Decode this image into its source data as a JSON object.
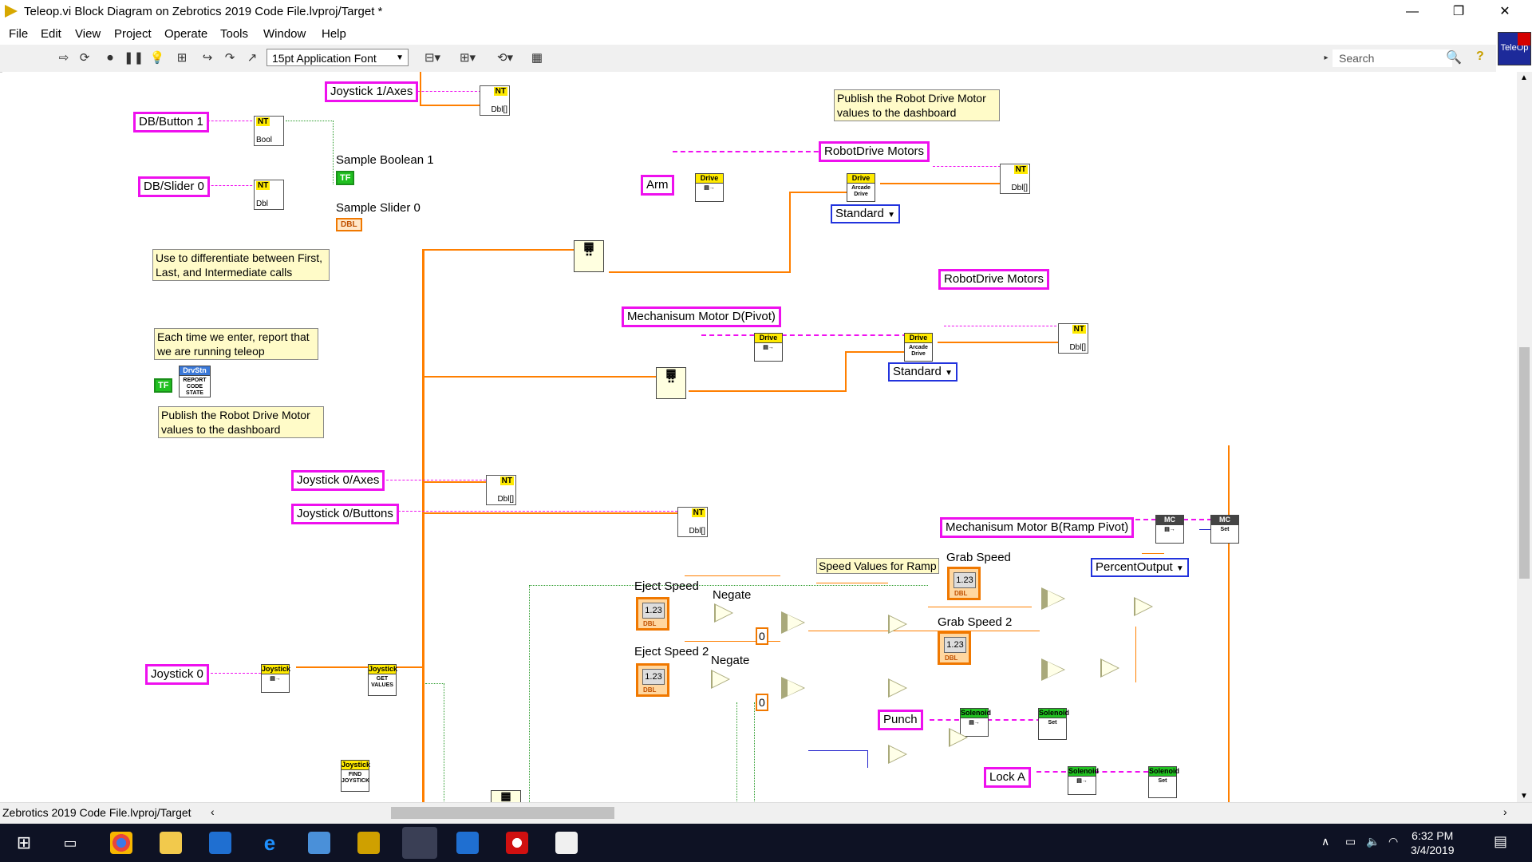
{
  "window": {
    "title": "Teleop.vi Block Diagram on Zebrotics 2019 Code File.lvproj/Target *",
    "controls": {
      "minimize": "—",
      "restore": "❐",
      "close": "✕"
    }
  },
  "menu": [
    "File",
    "Edit",
    "View",
    "Project",
    "Operate",
    "Tools",
    "Window",
    "Help"
  ],
  "toolbar": {
    "font": "15pt Application Font",
    "search_placeholder": "Search",
    "teleop_badge": "TeleOp"
  },
  "diagram": {
    "labels": {
      "joystick1_axes": "Joystick 1/Axes",
      "db_button1": "DB/Button 1",
      "db_slider0": "DB/Slider 0",
      "arm": "Arm",
      "robotdrive1": "RobotDrive Motors",
      "robotdrive2": "RobotDrive Motors",
      "mech_d": "Mechanisum Motor D(Pivot)",
      "joystick0_axes": "Joystick 0/Axes",
      "joystick0_buttons": "Joystick 0/Buttons",
      "mech_b": "Mechanisum Motor B(Ramp Pivot)",
      "joystick0": "Joystick 0",
      "punch": "Punch",
      "lock_a": "Lock A"
    },
    "comments": {
      "publish_top": "Publish the Robot Drive Motor values to the dashboard",
      "differentiate": "Use to differentiate between First, Last, and Intermediate calls",
      "each_time": "Each time we enter, report that we are running teleop",
      "publish_left": "Publish the Robot Drive Motor values to the dashboard",
      "speed_values": "Speed Values for Ramp"
    },
    "texts": {
      "sample_boolean": "Sample Boolean 1",
      "sample_slider": "Sample Slider 0",
      "eject_speed": "Eject Speed",
      "eject_speed2": "Eject Speed 2",
      "negate1": "Negate",
      "negate2": "Negate",
      "grab_speed": "Grab Speed",
      "grab_speed2": "Grab Speed 2"
    },
    "combos": {
      "standard1": "Standard",
      "standard2": "Standard",
      "percent": "PercentOutput"
    },
    "constants": {
      "zero1": "0",
      "zero2": "0",
      "num_display": "1.23"
    },
    "vis": {
      "drive": "Drive",
      "arcade": "Arcade Drive",
      "joystick": "Joystick",
      "get_values": "GET VALUES",
      "find_joystick": "FIND JOYSTICK",
      "solenoid": "Solenoid",
      "set": "Set",
      "mc": "MC",
      "drvstn": "DrvStn",
      "report": "REPORT CODE STATE",
      "nt": "NT",
      "dbl_arr": "Dbl[]",
      "bool": "Bool",
      "dbl": "Dbl",
      "tf": "TF",
      "dbl_tag": "DBL"
    }
  },
  "statusbar": {
    "project": "Zebrotics 2019 Code File.lvproj/Target"
  },
  "taskbar": {
    "time": "6:32 PM",
    "date": "3/4/2019"
  },
  "colors": {
    "wire_orange": "#ff7f00",
    "label_magenta": "#ee10ee",
    "comment_bg": "#fffbc8"
  }
}
